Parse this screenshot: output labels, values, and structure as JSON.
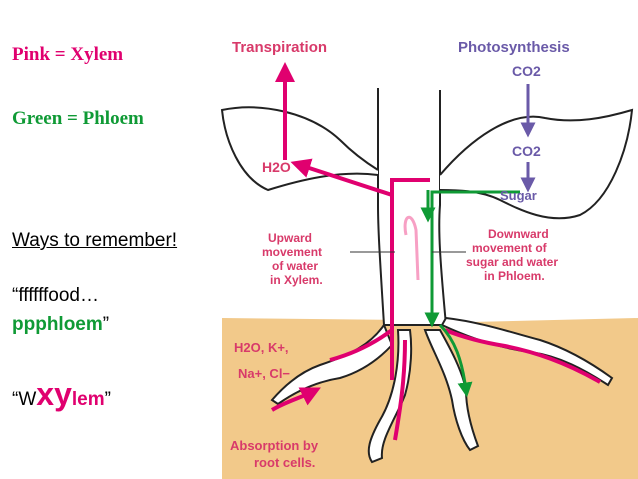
{
  "legend": {
    "pink": "Pink = Xylem",
    "green": "Green = Phloem"
  },
  "notes": {
    "ways_heading": "Ways to remember!",
    "food_line1": "“ffffffood…",
    "food_line2_word": "ppphloem",
    "food_line2_close": "”",
    "wxy_open": "“W",
    "wxy_big": "xy",
    "wxy_lem": "lem",
    "wxy_close": "”"
  },
  "diagram": {
    "transpiration": "Transpiration",
    "photosynthesis": "Photosynthesis",
    "co2_top": "CO2",
    "co2_mid": "CO2",
    "h2o": "H2O",
    "sugar": "Sugar",
    "upward": [
      "Upward",
      "movement",
      "of water",
      "in Xylem."
    ],
    "downward": [
      "Downward",
      "movement of",
      "sugar and water",
      "in Phloem."
    ],
    "ions1": "H2O, K+,",
    "ions2": "Na+, Cl−",
    "absorption": [
      "Absorption by",
      "root cells."
    ]
  },
  "colors": {
    "xylem": "#e0006f",
    "phloem": "#0f9a35",
    "label": "#d83a6a",
    "photo": "#6a5aa8",
    "soil": "#f2c98a",
    "sky_label": "#444"
  }
}
